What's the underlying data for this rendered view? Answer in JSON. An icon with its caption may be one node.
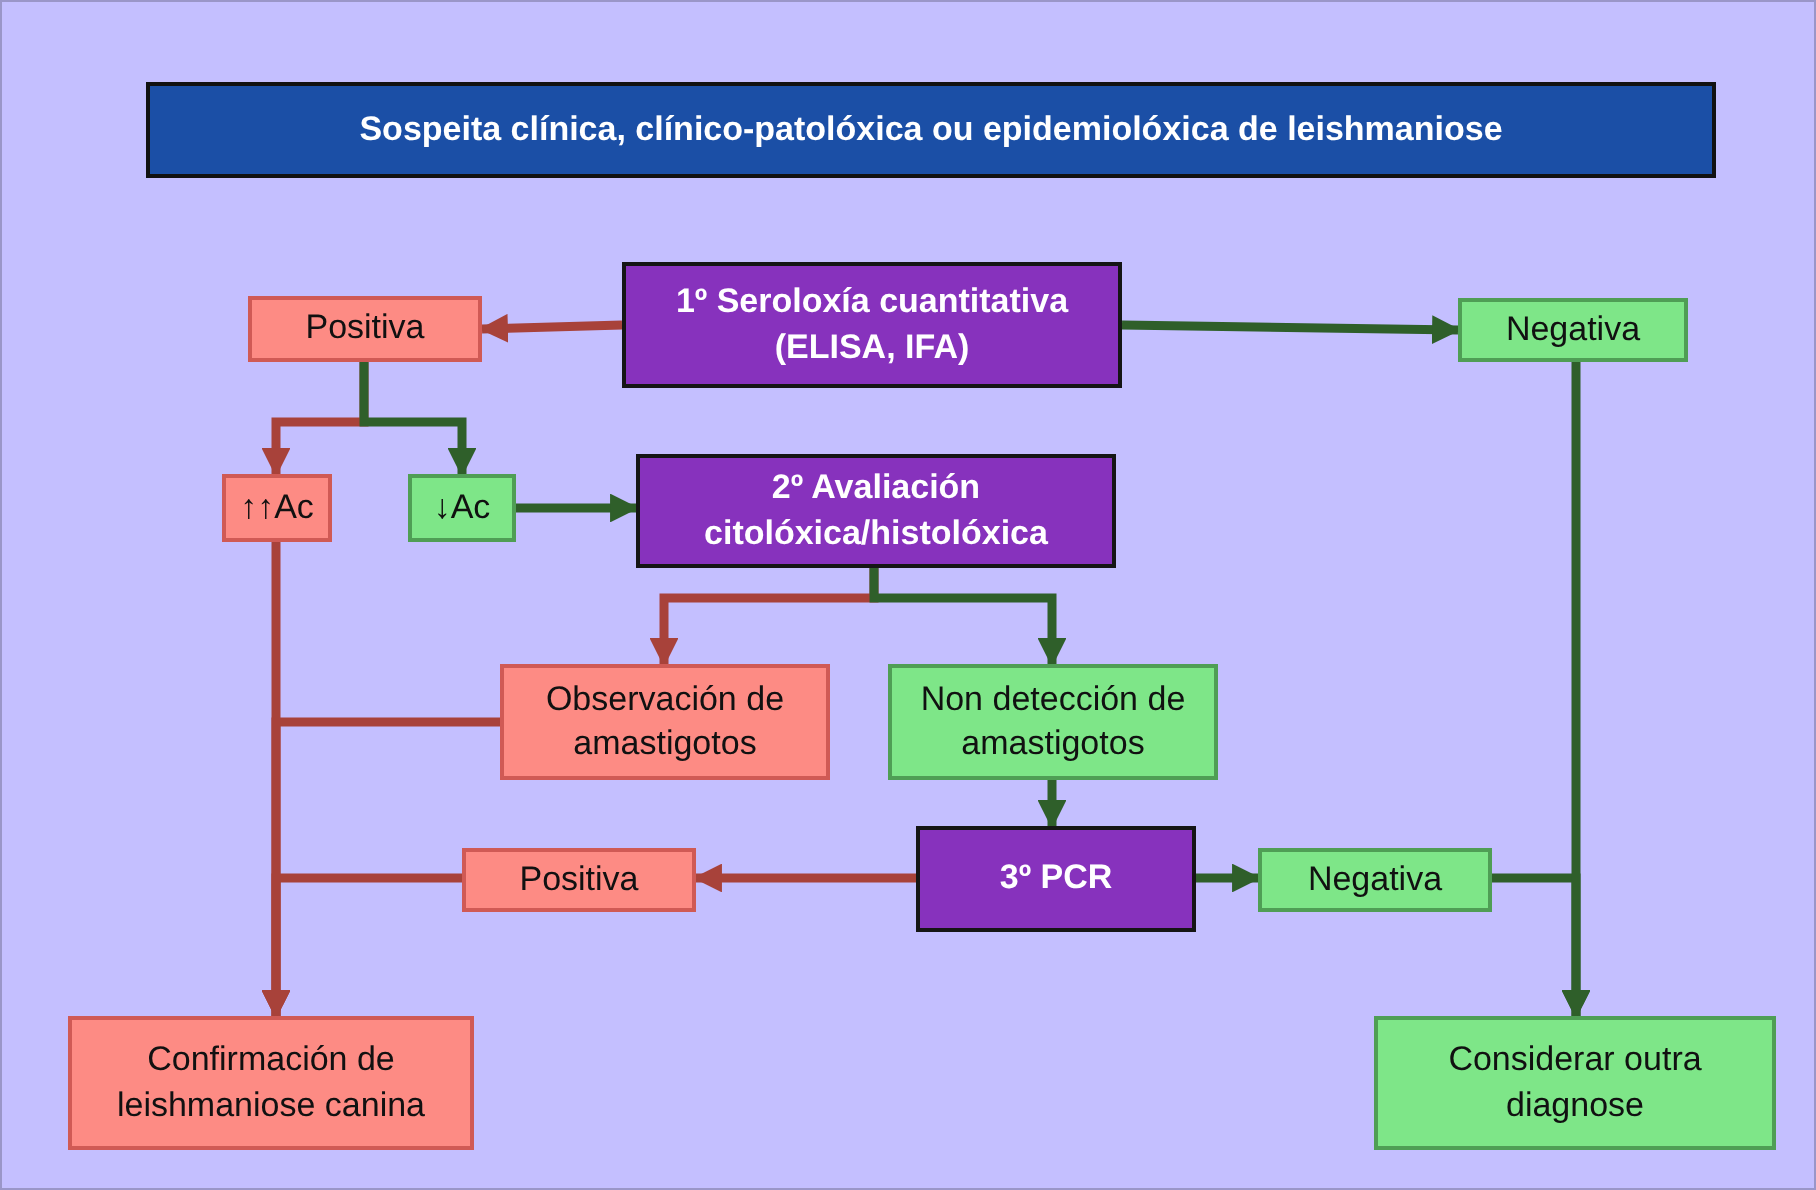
{
  "diagram": {
    "title": "Sospeita clínica, clínico-patolóxica ou epidemiolóxica de leishmaniose",
    "nodes": [
      {
        "text": [
          "1º Seroloxía cuantitativa (ELISA, IFA)"
        ]
      },
      {
        "text": [
          "Positiva"
        ]
      },
      {
        "text": [
          "Negativa"
        ]
      },
      {
        "text": [
          "↑↑Ac"
        ]
      },
      {
        "text": [
          "↓Ac"
        ]
      },
      {
        "text": [
          "2º Avaliación citolóxica/histolóxica"
        ]
      },
      {
        "text": [
          "Observación de amastigotos"
        ]
      },
      {
        "text": [
          "Non detección de amastigotos"
        ]
      },
      {
        "text": [
          "3º PCR"
        ]
      },
      {
        "text": [
          "Positiva"
        ]
      },
      {
        "text": [
          "Negativa"
        ]
      },
      {
        "text": [
          "Confirmación de leishmaniose canina"
        ]
      },
      {
        "text": [
          "Considerar outra diagnose"
        ]
      }
    ],
    "edges": [
      {
        "from": 0,
        "to": 1,
        "arrow": "to",
        "color": "#a8423a"
      },
      {
        "from": 0,
        "to": 2,
        "arrow": "to"
      },
      {
        "from": 1,
        "to": 3,
        "arrow": "to",
        "color": "#a8423a"
      },
      {
        "from": 1,
        "to": 4,
        "arrow": "to"
      },
      {
        "from": 4,
        "to": 5,
        "arrow": "to"
      },
      {
        "from": 5,
        "to": 6,
        "arrow": "to",
        "color": "#a8423a"
      },
      {
        "from": 5,
        "to": 7,
        "arrow": "to"
      },
      {
        "from": 6,
        "to": 11,
        "arrow": "to",
        "color": "#a8423a"
      },
      {
        "from": 7,
        "to": 8,
        "arrow": "to"
      },
      {
        "from": 8,
        "to": 9,
        "arrow": "to",
        "color": "#a8423a"
      },
      {
        "from": 8,
        "to": 10,
        "arrow": "to"
      },
      {
        "from": 9,
        "to": 11,
        "arrow": "to",
        "color": "#a8423a"
      },
      {
        "from": 3,
        "to": 11,
        "arrow": "to",
        "color": "#a8423a"
      },
      {
        "from": 10,
        "to": 12,
        "arrow": "to"
      },
      {
        "from": 2,
        "to": 12,
        "arrow": "to"
      }
    ]
  }
}
